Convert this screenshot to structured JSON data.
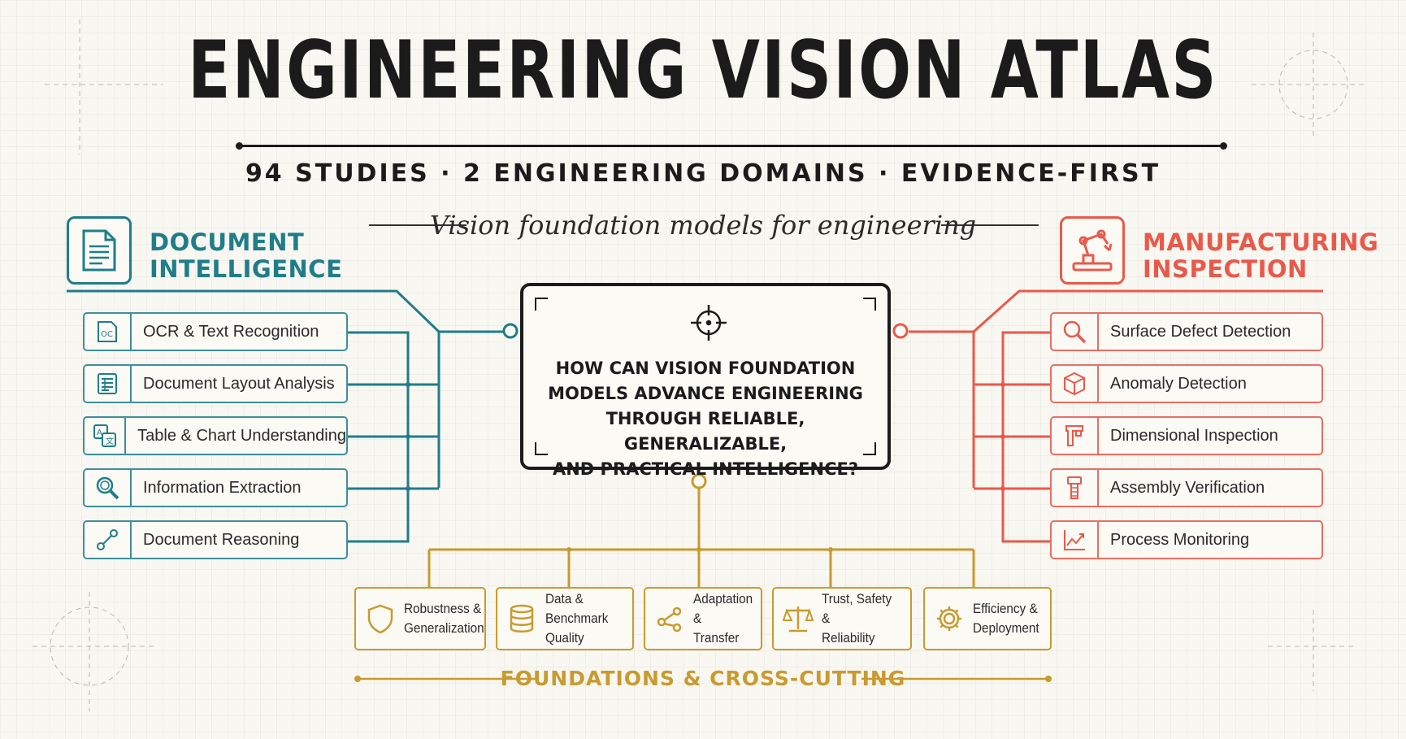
{
  "title": "ENGINEERING VISION ATLAS",
  "subtitle": "94 STUDIES · 2 ENGINEERING DOMAINS · EVIDENCE-FIRST",
  "tagline": "Vision foundation models for engineering",
  "center_question": "HOW CAN VISION FOUNDATION\nMODELS ADVANCE ENGINEERING\nTHROUGH RELIABLE, GENERALIZABLE,\nAND PRACTICAL INTELLIGENCE?",
  "colors": {
    "teal": "#1f7d8a",
    "coral": "#e9594a",
    "gold": "#c99a2e",
    "ink": "#1b1b1b"
  },
  "document_intelligence": {
    "title": "DOCUMENT\nINTELLIGENCE",
    "icon": "document-icon",
    "items": [
      {
        "label": "OCR & Text Recognition",
        "icon": "ocr-icon"
      },
      {
        "label": "Document Layout Analysis",
        "icon": "layout-icon"
      },
      {
        "label": "Table & Chart Understanding",
        "icon": "translate-icon"
      },
      {
        "label": "Information Extraction",
        "icon": "magnifier-icon"
      },
      {
        "label": "Document Reasoning",
        "icon": "graph-node-icon"
      }
    ]
  },
  "manufacturing_inspection": {
    "title": "MANUFACTURING\nINSPECTION",
    "icon": "robot-arm-icon",
    "items": [
      {
        "label": "Surface Defect Detection",
        "icon": "search-icon"
      },
      {
        "label": "Anomaly Detection",
        "icon": "cube-icon"
      },
      {
        "label": "Dimensional Inspection",
        "icon": "caliper-icon"
      },
      {
        "label": "Assembly Verification",
        "icon": "bolt-icon"
      },
      {
        "label": "Process Monitoring",
        "icon": "line-chart-icon"
      }
    ]
  },
  "foundations": {
    "title": "FOUNDATIONS & CROSS-CUTTING",
    "items": [
      {
        "label": "Robustness &\nGeneralization",
        "icon": "shield-icon"
      },
      {
        "label": "Data & Benchmark\nQuality",
        "icon": "database-icon"
      },
      {
        "label": "Adaptation &\nTransfer",
        "icon": "share-nodes-icon"
      },
      {
        "label": "Trust, Safety &\nReliability",
        "icon": "scales-icon"
      },
      {
        "label": "Efficiency &\nDeployment",
        "icon": "gear-icon"
      }
    ]
  }
}
